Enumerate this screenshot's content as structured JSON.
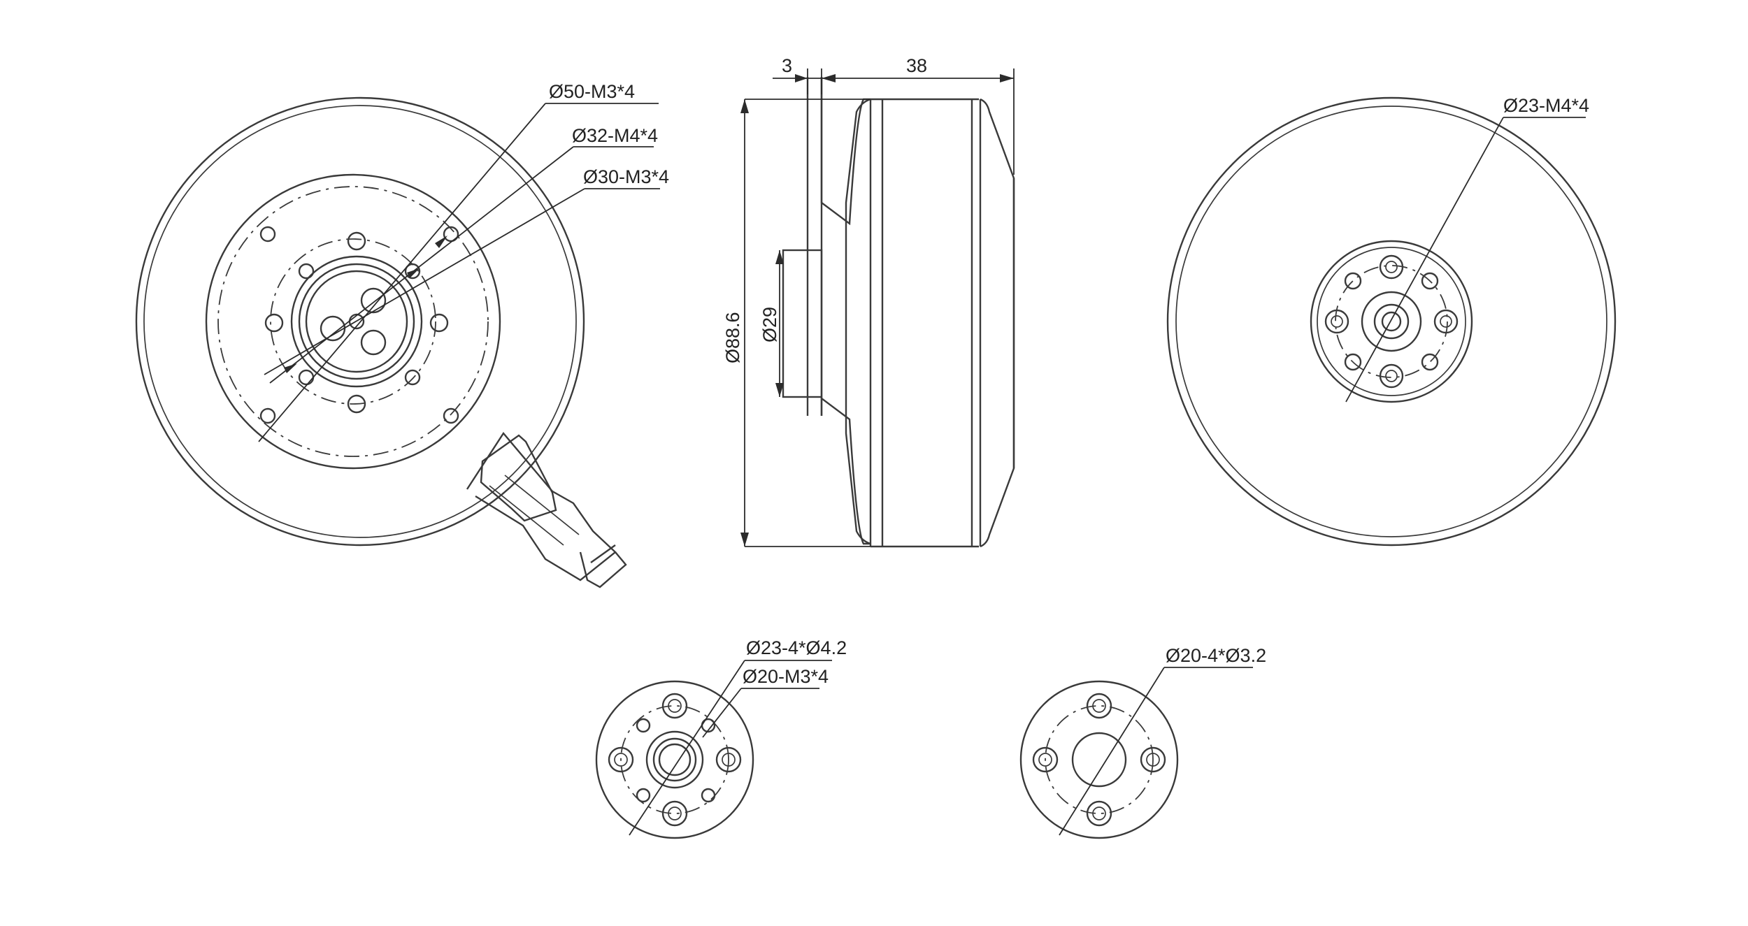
{
  "labels": {
    "front_bolt_circle_50": "Ø50-M3*4",
    "front_bolt_circle_32": "Ø32-M4*4",
    "front_bolt_circle_30": "Ø30-M3*4",
    "side_flange_thickness": "3",
    "side_length": "38",
    "side_diameter": "Ø88.6",
    "side_shaft_diameter": "Ø29",
    "rear_bolt_circle_23": "Ø23-M4*4",
    "adapter1_bolt_circle": "Ø23-4*Ø4.2",
    "adapter1_thread_circle": "Ø20-M3*4",
    "adapter2_bolt_circle": "Ø20-4*Ø3.2"
  },
  "colors": {
    "line": "#3a3a3a",
    "background": "#ffffff"
  }
}
